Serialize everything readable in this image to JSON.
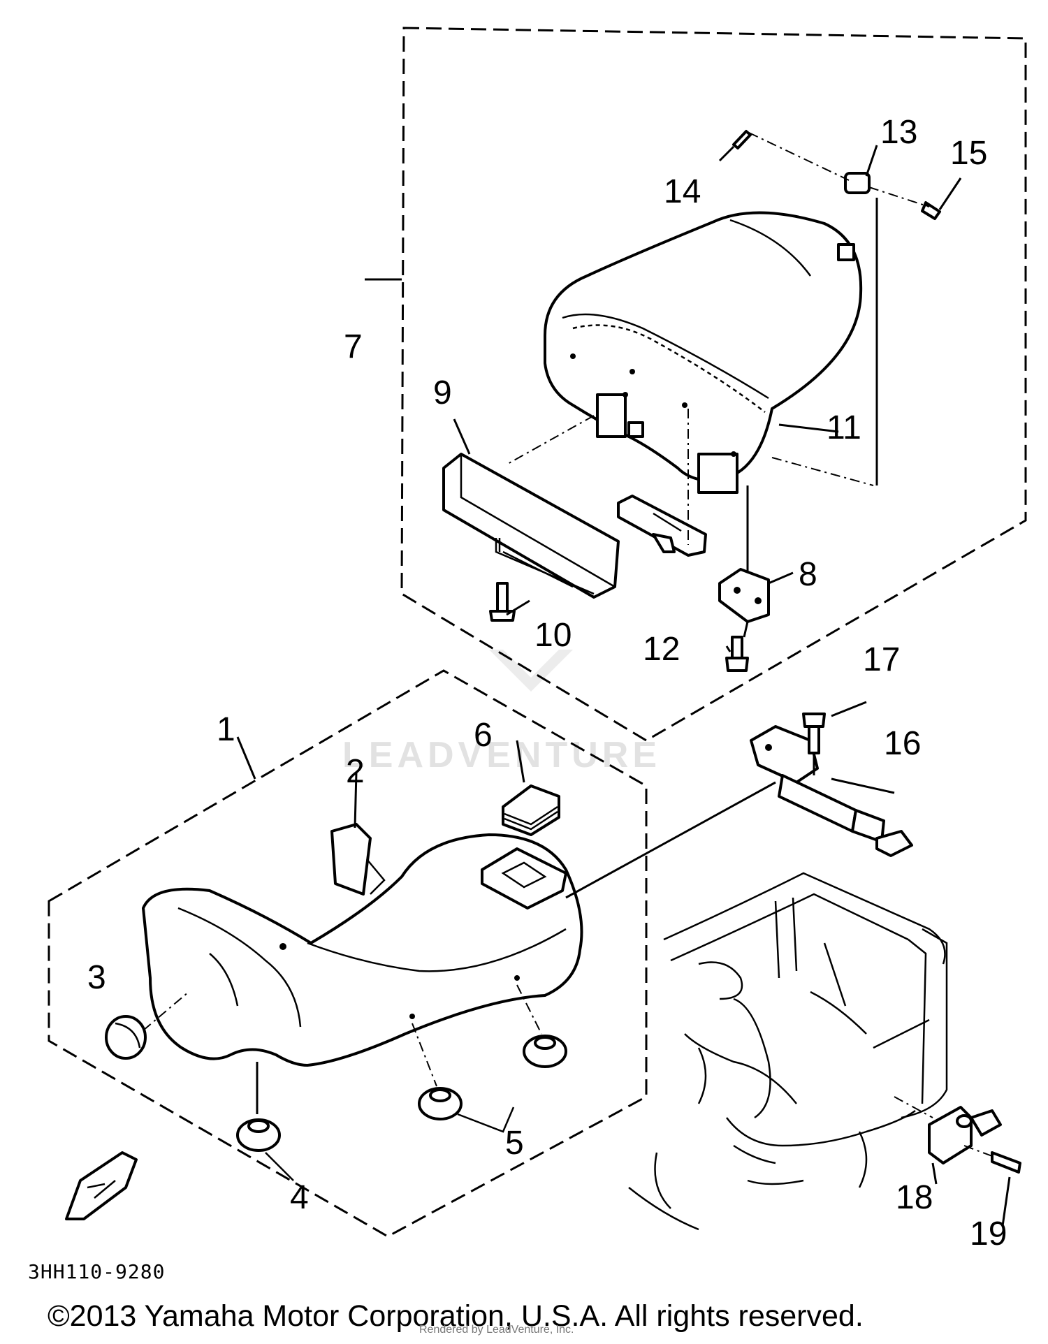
{
  "diagram": {
    "labels": [
      "1",
      "2",
      "3",
      "4",
      "5",
      "6",
      "7",
      "8",
      "9",
      "10",
      "11",
      "12",
      "13",
      "14",
      "15",
      "16",
      "17",
      "18",
      "19"
    ],
    "part_code": "3HH110-9280",
    "watermark": "LEADVENTURE",
    "watermark_small": "Rendered by LeadVenture, Inc.",
    "copyright": "©2013 Yamaha Motor Corporation, U.S.A. All rights reserved."
  }
}
